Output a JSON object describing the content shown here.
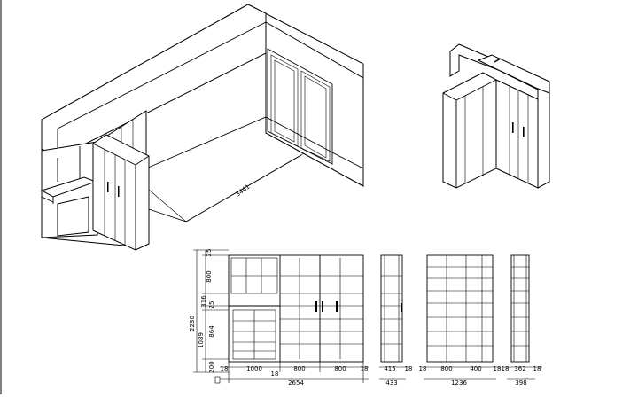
{
  "drawing": {
    "isometric_room": {
      "dimension_label": "3441"
    },
    "front_elevation": {
      "vertical_dims": {
        "overall": "2230",
        "lower_total": "1089",
        "upper_cabinet": "800",
        "top_gap": "25",
        "upper_open": "316",
        "mid_gap": "25",
        "lower_unit": "864",
        "plinth": "200"
      },
      "horizontal_dims": {
        "side_left": "18",
        "desk_width": "1000",
        "bay_1": "800",
        "bay_2": "800",
        "side_right": "18",
        "divider": "18",
        "overall": "2654"
      }
    },
    "side_section": {
      "depth_dims": {
        "depth": "415",
        "thickness": "18",
        "overall": "433"
      }
    },
    "corner_front": {
      "dims": {
        "side_left": "18",
        "bay_wide": "800",
        "bay_narrow": "400",
        "side_right": "18",
        "overall": "1236"
      }
    },
    "corner_side": {
      "dims": {
        "side_left": "18",
        "depth": "362",
        "thickness": "18",
        "overall": "398"
      }
    }
  }
}
